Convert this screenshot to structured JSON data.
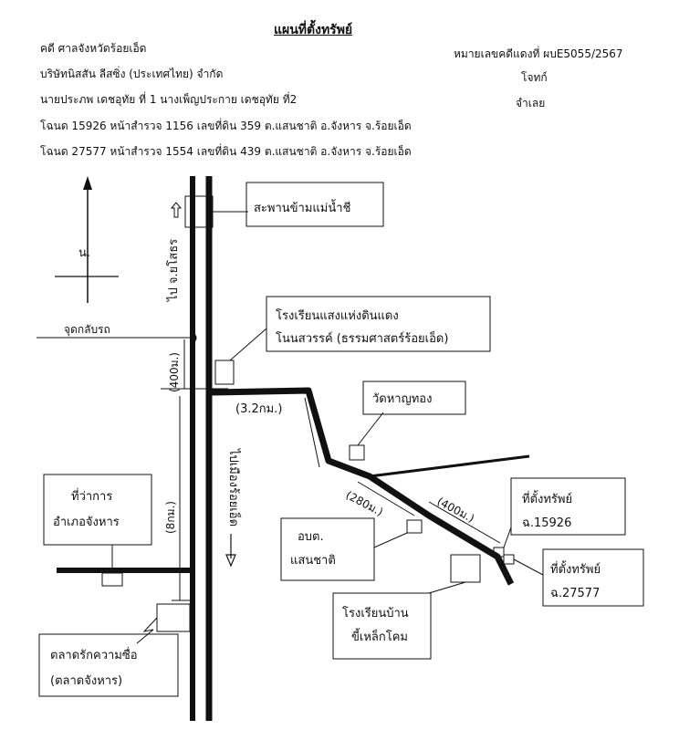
{
  "header": {
    "title": "แผนที่ตั้งทรัพย์",
    "case_court": "คดี ศาลจังหวัดร้อยเอ็ด",
    "plaintiff": "บริษัทนิสสัน ลีสซิ่ง (ประเทศไทย) จำกัด",
    "defendants": "นายประภพ เดชอุทัย ที่ 1 นางเพ็ญประกาย เดชอุทัย ที่2",
    "deed_1": "โฉนด 15926 หน้าสำรวจ 1156 เลขที่ดิน 359 ต.แสนชาติ อ.จังหาร จ.ร้อยเอ็ด",
    "deed_2": "โฉนด 27577 หน้าสำรวจ 1554 เลขที่ดิน 439 ต.แสนชาติ อ.จังหาร จ.ร้อยเอ็ด",
    "case_number": "หมายเลขคดีแดงที่ ผบE5055/2567",
    "role_plaintiff": "โจทก์",
    "role_defendant": "จำเลย"
  },
  "map": {
    "north": "น.",
    "road_to_yasothon": "ไป จ.ยโสธร",
    "road_to_roiet": "ไปเมืองร้อยเอ็ด",
    "junction_label": "จุดกลับรถ",
    "school_name_1": "โรงเรียนแสงแห่งดินแดง",
    "school_name_2": "โนนสวรรค์ (ธรรมศาสตร์ร้อยเอ็ด)",
    "bridge": "สะพานข้ามแม่น้ำชี",
    "temple": "วัดหาญทอง",
    "office_1": "ที่ว่าการ",
    "office_2": "อำเภอจังหาร",
    "market_1": "ตลาดรักความซื่อ",
    "market_2": "(ตลาดจังหาร)",
    "sao_1": "อบต.",
    "sao_2": "แสนชาติ",
    "school_b_1": "โรงเรียนบ้าน",
    "school_b_2": "ขี้เหล็กโคม",
    "property_1_a": "ที่ตั้งทรัพย์",
    "property_1_b": "ฉ.15926",
    "property_2_a": "ที่ตั้งทรัพย์",
    "property_2_b": "ฉ.27577",
    "dist_400_v": "(400ม.)",
    "dist_3_2": "(3.2กม.)",
    "dist_8": "(8กม.)",
    "dist_280": "(280ม.)",
    "dist_400_d": "(400ม.)"
  }
}
